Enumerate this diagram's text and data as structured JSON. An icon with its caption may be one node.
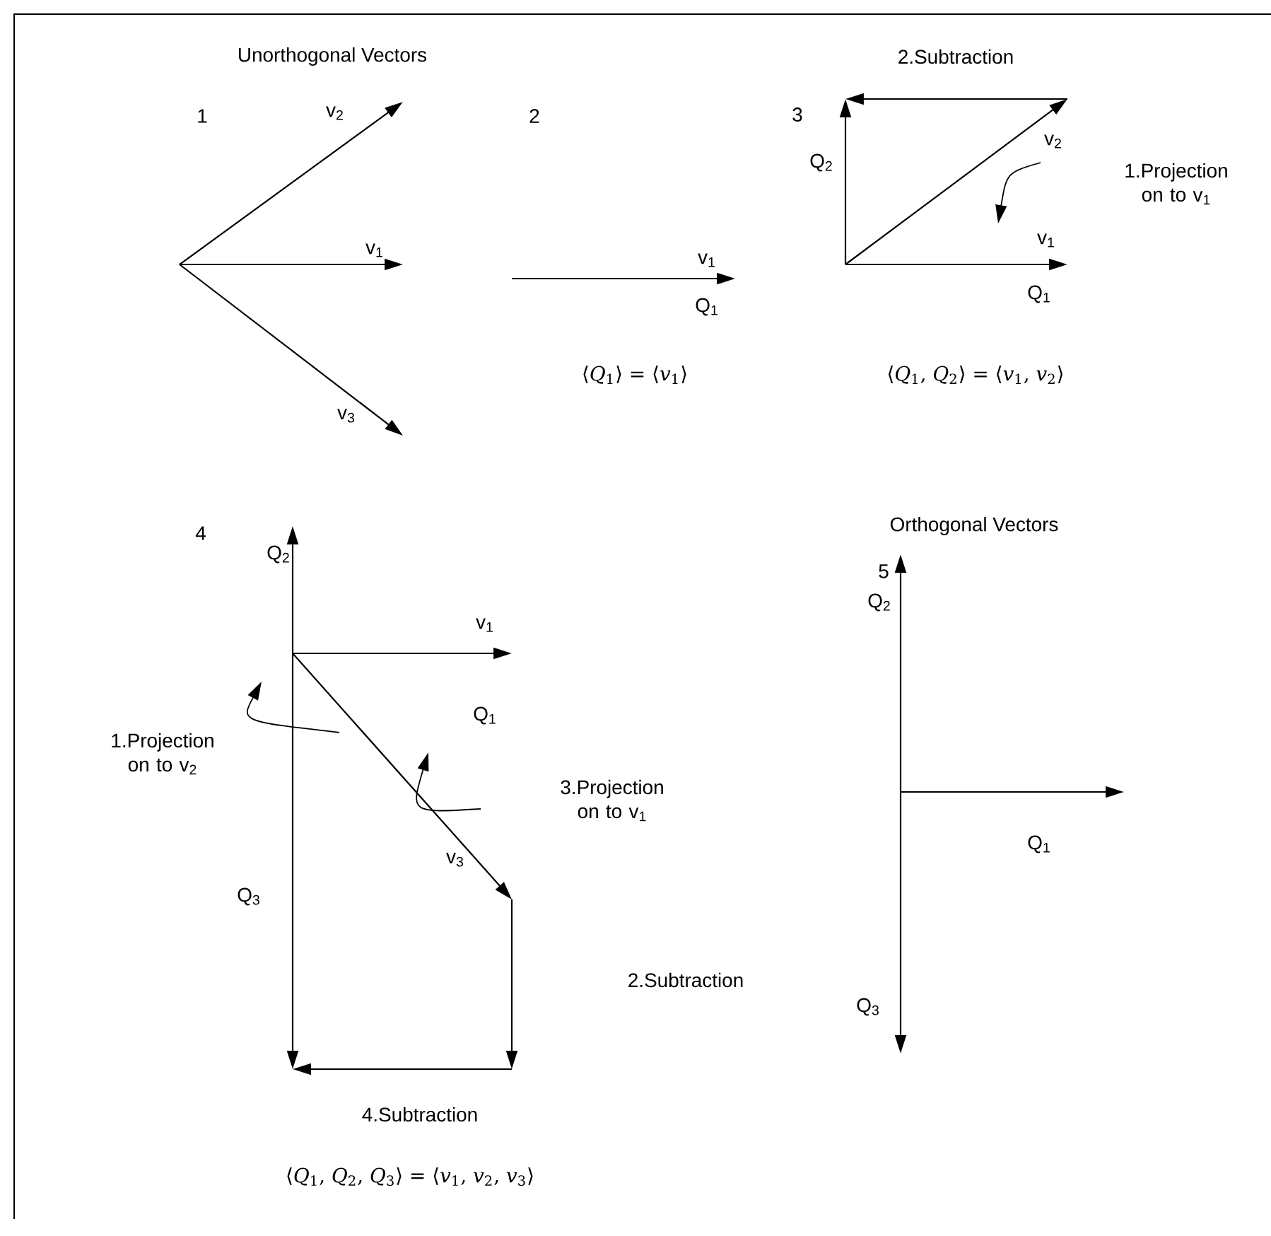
{
  "diagram": {
    "labels": [
      "Unorthogonal Vectors",
      "1",
      "v$_{2}$",
      "v$_{1}$",
      "v$_{3}$",
      "2",
      "v$_{1}$",
      "Q$_{1}$",
      "⟨*Q*$_{1}$⟩ = ⟨*v*$_{1}$⟩",
      "2.Subtraction",
      "3",
      "Q$_{2}$",
      "v$_{2}$",
      "1.Projection on to v$_{1}$",
      "v$_{1}$",
      "Q$_{1}$",
      "⟨*Q*$_{1}$, *Q*$_{2}$⟩ = ⟨*v*$_{1}$, *v*$_{2}$⟩",
      "Orthogonal Vectors",
      "4",
      "Q$_{2}$",
      "v$_{1}$",
      "Q$_{1}$",
      "1.Projection on to v$_{2}$",
      "3.Projection on to v$_{1}$",
      "v$_{3}$",
      "Q$_{3}$",
      "2.Subtraction",
      "4.Subtraction",
      "⟨*Q*$_{1}$, *Q*$_{2}$, *Q*$_{3}$⟩ = ⟨*v*$_{1}$, *v*$_{2}$, *v*$_{3}$⟩",
      "5",
      "Q$_{2}$",
      "Q$_{1}$",
      "Q$_{3}$"
    ]
  }
}
